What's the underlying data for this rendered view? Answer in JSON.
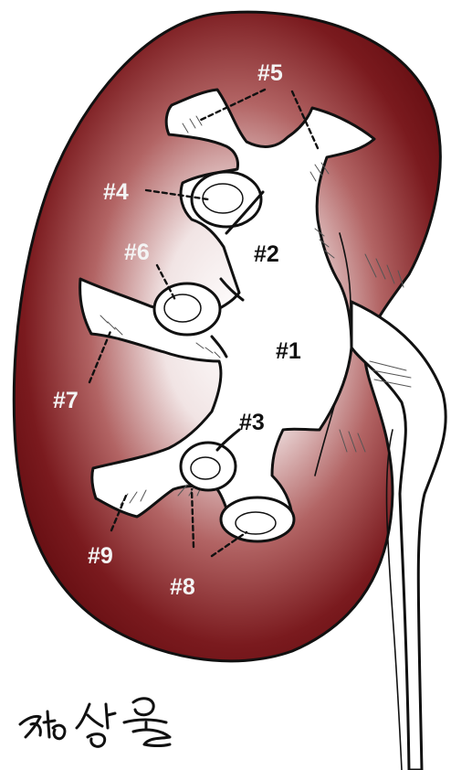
{
  "diagram": {
    "labels": {
      "l1": "#1",
      "l2": "#2",
      "l3": "#3",
      "l4": "#4",
      "l5": "#5",
      "l6": "#6",
      "l7": "#7",
      "l8": "#8",
      "l9": "#9"
    },
    "signature": "정상옥"
  },
  "colors": {
    "kidney_dark": "#6b0e12",
    "kidney_light": "#f3e8e8",
    "outline": "#111111"
  }
}
